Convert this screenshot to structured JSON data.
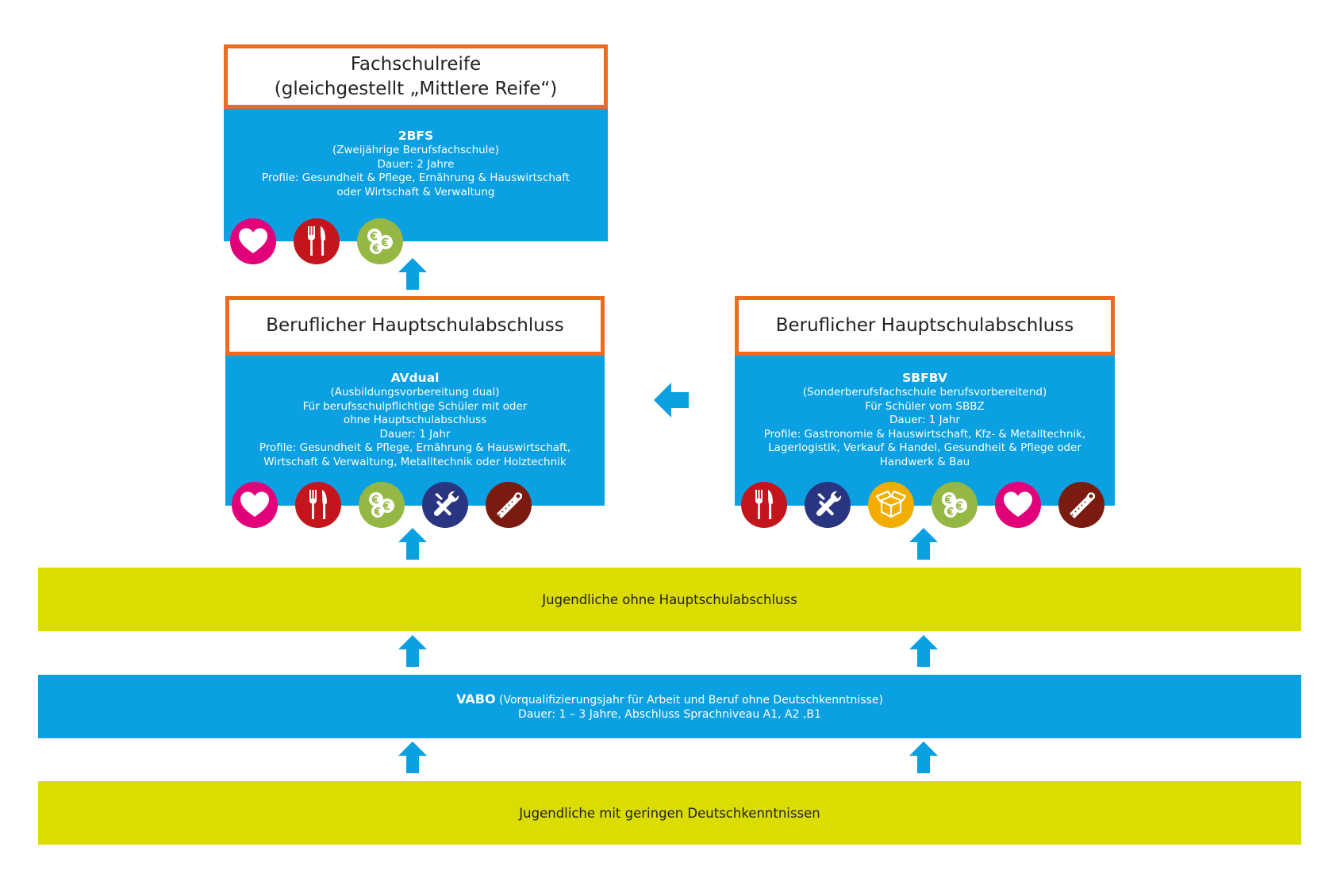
{
  "colors": {
    "accent_orange": "#ec6b1f",
    "box_blue": "#0aa0e2",
    "band_yellow": "#dbdc00",
    "icon_heart": "#e2007a",
    "icon_food": "#c4151c",
    "icon_money": "#94b843",
    "icon_tools": "#2a3582",
    "icon_saw": "#7b1b10",
    "icon_box": "#f2ae00"
  },
  "top_box": {
    "title_line1": "Fachschulreife",
    "title_line2": "(gleichgestellt „Mittlere Reife“)",
    "program": "2BFS",
    "line1": "(Zweijährige Berufsfachschule)",
    "line2": "Dauer: 2 Jahre",
    "line3": "Profile: Gesundheit & Pflege, Ernährung & Hauswirtschaft",
    "line4": "oder Wirtschaft & Verwaltung",
    "icons": [
      "heart-icon",
      "cutlery-icon",
      "coins-icon"
    ]
  },
  "left_box": {
    "title": "Beruflicher Hauptschulabschluss",
    "program": "AVdual",
    "line1": "(Ausbildungsvorbereitung dual)",
    "line2": "Für berufsschulpflichtige Schüler mit oder",
    "line3": "ohne Hauptschulabschluss",
    "line4": "Dauer: 1 Jahr",
    "line5": "Profile: Gesundheit & Pflege, Ernährung & Hauswirtschaft,",
    "line6": "Wirtschaft & Verwaltung, Metalltechnik oder Holztechnik",
    "icons": [
      "heart-icon",
      "cutlery-icon",
      "coins-icon",
      "tools-icon",
      "saw-icon"
    ]
  },
  "right_box": {
    "title": "Beruflicher Hauptschulabschluss",
    "program": "SBFBV",
    "line1": "(Sonderberufsfachschule berufsvorbereitend)",
    "line2": "Für Schüler vom SBBZ",
    "line3": "Dauer: 1 Jahr",
    "line4": "Profile: Gastronomie & Hauswirtschaft, Kfz- & Metalltechnik,",
    "line5": "Lagerlogistik, Verkauf & Handel, Gesundheit & Pflege oder",
    "line6": "Handwerk & Bau",
    "icons": [
      "cutlery-icon",
      "tools-icon",
      "box-icon",
      "coins-icon",
      "heart-icon",
      "saw-icon"
    ]
  },
  "band_no_hsa": {
    "label": "Jugendliche ohne Hauptschulabschluss"
  },
  "band_vabo": {
    "program": "VABO",
    "desc": " (Vorqualifizierungsjahr für Arbeit und Beruf ohne Deutschkenntnisse)",
    "line2": "Dauer: 1 – 3 Jahre, Abschluss Sprachniveau A1, A2 ,B1"
  },
  "band_low_german": {
    "label": "Jugendliche mit geringen Deutschkenntnissen"
  }
}
